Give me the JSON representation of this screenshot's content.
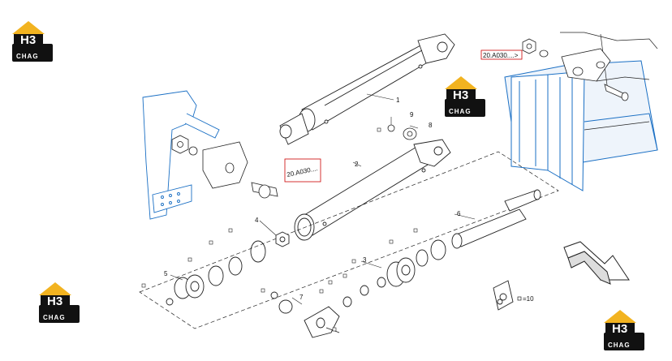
{
  "logo": {
    "mark": "H3",
    "sub": "CHAG"
  },
  "references": {
    "ref_right": "20.A030....>",
    "ref_center": "20.A030...."
  },
  "callouts": {
    "c1": "1",
    "c2": "2",
    "c3": "3",
    "c4": "4",
    "c5": "5",
    "c6": "6",
    "c7": "7",
    "c8": "8",
    "c9": "9"
  },
  "qty_note": "=10",
  "colors": {
    "accent_blue": "#1a6fc4",
    "logo_gold": "#f2b320",
    "logo_black": "#111111",
    "ref_red": "#cc0000"
  }
}
